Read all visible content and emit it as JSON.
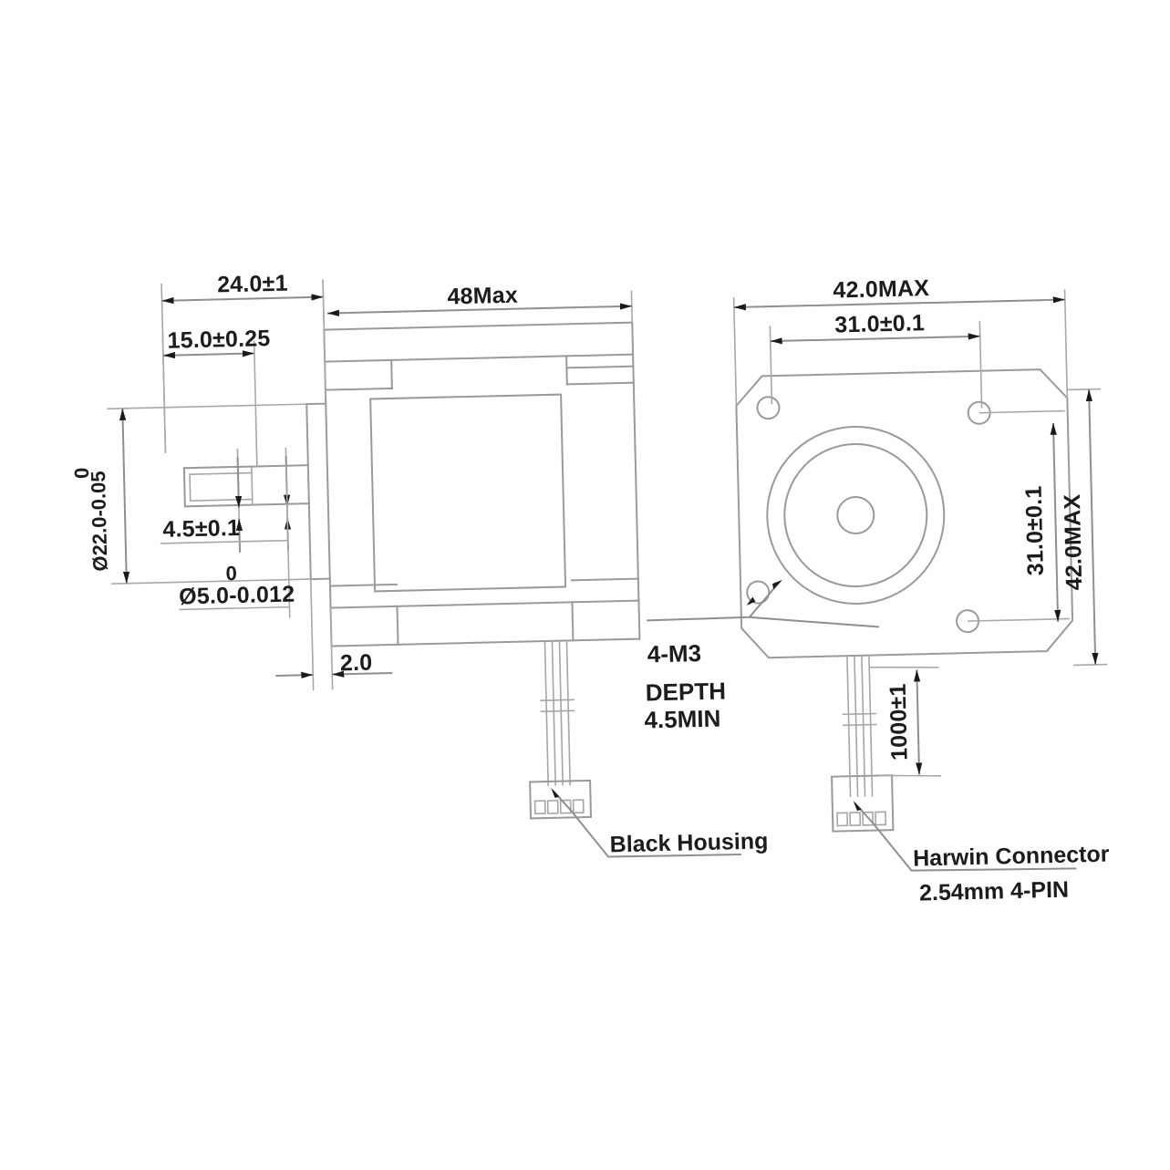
{
  "drawing": {
    "title": "NEMA 17 Stepper Motor Dimensional Drawing",
    "background_color": "#ffffff",
    "line_color": "#9a9a9a",
    "text_color": "#1c1c1c",
    "rotation_deg": -1.4
  },
  "side_view": {
    "name": "side-elevation",
    "dimensions": {
      "shaft_length_total": "24.0±1",
      "shaft_length_partial": "15.0±0.25",
      "body_length": "48Max",
      "boss_diameter_value": "Ø22.0-0.05",
      "boss_diameter_tol_top": "0",
      "flat_length": "4.5±0.1",
      "shaft_diameter_value": "Ø5.0-0.012",
      "shaft_diameter_tol_top": "0",
      "boss_height": "2.0"
    },
    "callouts": {
      "connector": "Black Housing"
    }
  },
  "front_view": {
    "name": "front-elevation",
    "dimensions": {
      "body_width_max": "42.0MAX",
      "hole_pitch_horizontal": "31.0±0.1",
      "hole_pitch_vertical": "31.0±0.1",
      "body_height_max": "42.0MAX",
      "cable_length": "1000±1"
    },
    "callouts": {
      "mounting_holes_line1": "4-M3",
      "mounting_holes_line2": "DEPTH",
      "mounting_holes_line3": "4.5MIN",
      "connector_line1": "Harwin Connector",
      "connector_line2": "2.54mm 4-PIN"
    }
  }
}
